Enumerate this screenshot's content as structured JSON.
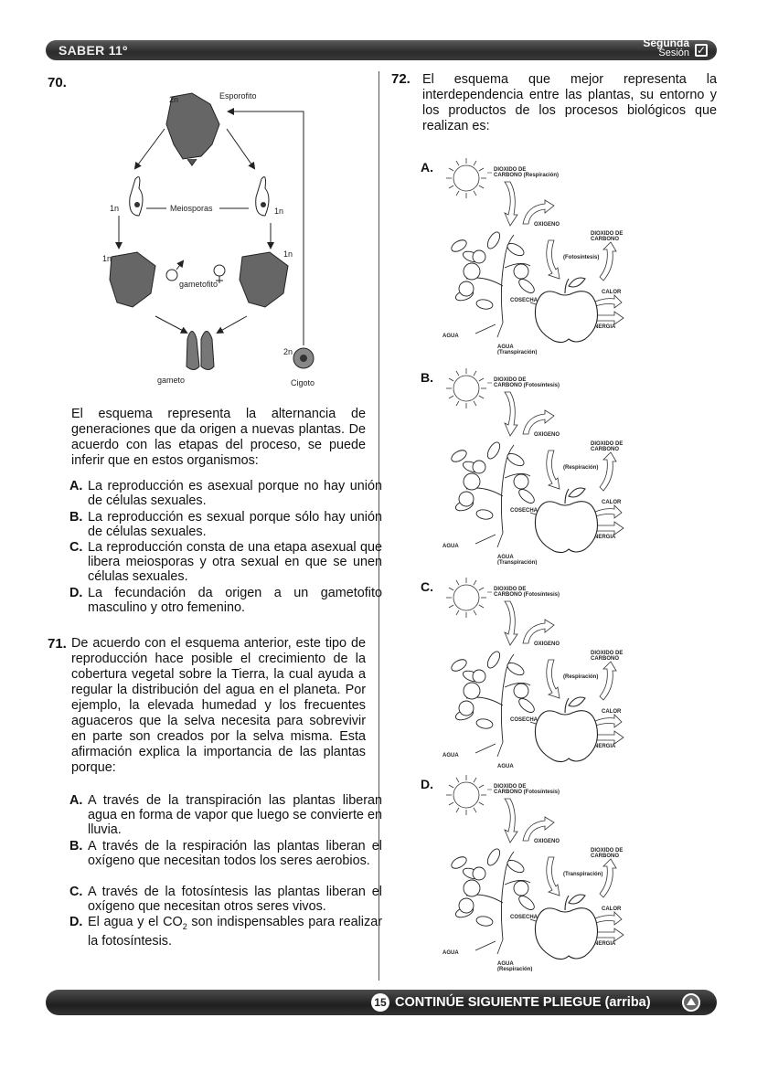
{
  "header": {
    "exam": "SABER 11º",
    "session_top": "Segunda",
    "session_bottom": "Sesión"
  },
  "q70": {
    "number": "70.",
    "figure_labels": {
      "esporofito": "Esporofito",
      "two_n_top": "2n",
      "meiosporas": "Meiosporas",
      "one_n_left": "1n",
      "one_n_right": "1n",
      "one_n_left2": "1n",
      "one_n_right2": "1n",
      "gametofito": "gametofito",
      "male": "♂",
      "female": "♀",
      "gameto": "gameto",
      "two_n_cigoto": "2n",
      "cigoto": "Cigoto"
    },
    "stem": "El esquema representa la alternancia de generaciones que da origen a nuevas plantas. De acuerdo con las etapas del proceso, se puede inferir que en estos organismos:",
    "options": [
      {
        "letter": "A.",
        "text": "La reproducción es asexual porque no hay unión de células sexuales."
      },
      {
        "letter": "B.",
        "text": "La reproducción es sexual porque sólo hay unión de células sexuales."
      },
      {
        "letter": "C.",
        "text": "La reproducción consta de una etapa asexual que libera meiosporas y otra sexual en que se unen células sexuales."
      },
      {
        "letter": "D.",
        "text": "La fecundación da origen a un gametofito masculino y otro femenino."
      }
    ]
  },
  "q71": {
    "number": "71.",
    "stem": "De acuerdo con el esquema anterior, este tipo de reproducción hace posible el crecimiento de la cobertura vegetal sobre la Tierra, la cual ayuda a regular la distribución del agua en el planeta. Por ejemplo, la elevada humedad y los frecuentes aguaceros que la selva necesita para sobrevivir en parte son creados por la selva misma. Esta afirmación explica la importancia de las plantas porque:",
    "options": [
      {
        "letter": "A.",
        "text": "A través de la transpiración las plantas liberan agua en forma de vapor que luego se convierte en lluvia."
      },
      {
        "letter": "B.",
        "text": "A través de la respiración las plantas liberan el oxígeno que necesitan todos los seres aerobios."
      },
      {
        "letter": "C.",
        "text": "A través de la fotosíntesis las plantas liberan el oxígeno que necesitan otros seres vivos."
      },
      {
        "letter": "D.",
        "text_pre": "El agua y el CO",
        "text_sub": "2",
        "text_post": " son indispensables para realizar la fotosíntesis."
      }
    ]
  },
  "q72": {
    "number": "72.",
    "stem": "El esquema que mejor representa la interdependencia entre las plantas, su entorno y los productos de los procesos biológicos que realizan es:",
    "schemes": [
      {
        "letter": "A.",
        "l1": "DIOXIDO DE",
        "l2": "CARBONO (Respiración)",
        "oxigeno": "OXIGENO",
        "r1": "DIOXIDO DE",
        "r2": "CARBONO",
        "proc": "(Fotosíntesis)",
        "calor": "CALOR",
        "energia": "ENERGIA",
        "cosecha": "COSECHA",
        "agua": "AGUA",
        "agua2": "AGUA",
        "agua2b": "(Transpiración)"
      },
      {
        "letter": "B.",
        "l1": "DIOXIDO DE",
        "l2": "CARBONO (Fotosíntesis)",
        "oxigeno": "OXIGENO",
        "r1": "DIOXIDO DE",
        "r2": "CARBONO",
        "proc": "(Respiración)",
        "calor": "CALOR",
        "energia": "ENERGIA",
        "cosecha": "COSECHA",
        "agua": "AGUA",
        "agua2": "AGUA",
        "agua2b": "(Transpiración)"
      },
      {
        "letter": "C.",
        "l1": "DIOXIDO DE",
        "l2": "CARBONO (Fotosíntesis)",
        "oxigeno": "OXIGENO",
        "r1": "DIOXIDO DE",
        "r2": "CARBONO",
        "proc": "(Respiración)",
        "calor": "CALOR",
        "energia": "ENERGIA",
        "cosecha": "COSECHA",
        "agua": "AGUA",
        "agua2": "AGUA",
        "agua2b": ""
      },
      {
        "letter": "D.",
        "l1": "DIOXIDO DE",
        "l2": "CARBONO (Fotosíntesis)",
        "oxigeno": "OXIGENO",
        "r1": "DIOXIDO DE",
        "r2": "CARBONO",
        "proc": "(Transpiración)",
        "calor": "CALOR",
        "energia": "ENERGIA",
        "cosecha": "COSECHA",
        "agua": "AGUA",
        "agua2": "AGUA",
        "agua2b": "(Respiración)"
      }
    ]
  },
  "footer": {
    "page": "15",
    "text": "CONTINÚE SIGUIENTE PLIEGUE (arriba)"
  }
}
